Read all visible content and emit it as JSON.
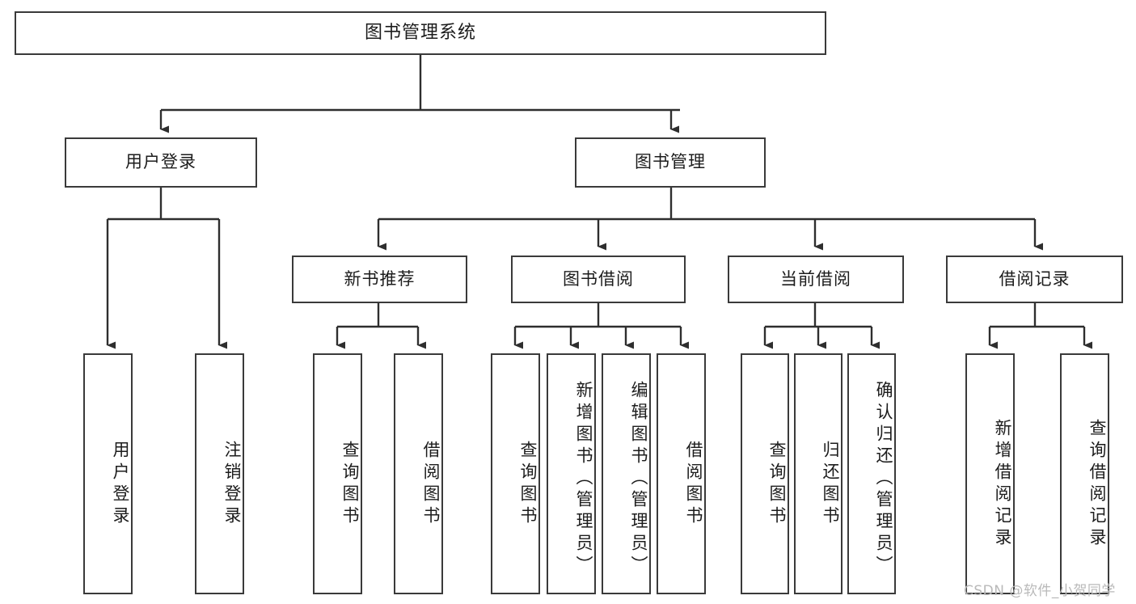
{
  "diagram": {
    "title": "图书管理系统",
    "type": "tree",
    "nodes": {
      "root": {
        "label": "图书管理系统"
      },
      "level2": [
        {
          "id": "user-login",
          "label": "用户登录"
        },
        {
          "id": "book-manage",
          "label": "图书管理"
        }
      ],
      "level3": [
        {
          "id": "new-book-recommend",
          "label": "新书推荐",
          "parent": "book-manage"
        },
        {
          "id": "book-borrow",
          "label": "图书借阅",
          "parent": "book-manage"
        },
        {
          "id": "current-borrow",
          "label": "当前借阅",
          "parent": "book-manage"
        },
        {
          "id": "borrow-record",
          "label": "借阅记录",
          "parent": "book-manage"
        }
      ],
      "leaves": [
        {
          "id": "leaf-user-login",
          "label": "用户登录",
          "parent": "user-login"
        },
        {
          "id": "leaf-logout-login",
          "label": "注销登录",
          "parent": "user-login"
        },
        {
          "id": "leaf-query-book-1",
          "label": "查询图书",
          "parent": "new-book-recommend"
        },
        {
          "id": "leaf-borrow-book-1",
          "label": "借阅图书",
          "parent": "new-book-recommend"
        },
        {
          "id": "leaf-query-book-2",
          "label": "查询图书",
          "parent": "book-borrow"
        },
        {
          "id": "leaf-add-book",
          "label": "新增图书（管理员）",
          "parent": "book-borrow"
        },
        {
          "id": "leaf-edit-book",
          "label": "编辑图书（管理员）",
          "parent": "book-borrow"
        },
        {
          "id": "leaf-borrow-book-2",
          "label": "借阅图书",
          "parent": "book-borrow"
        },
        {
          "id": "leaf-query-book-3",
          "label": "查询图书",
          "parent": "current-borrow"
        },
        {
          "id": "leaf-return-book",
          "label": "归还图书",
          "parent": "current-borrow"
        },
        {
          "id": "leaf-confirm-return",
          "label": "确认归还（管理员）",
          "parent": "current-borrow"
        },
        {
          "id": "leaf-add-record",
          "label": "新增借阅记录",
          "parent": "borrow-record"
        },
        {
          "id": "leaf-query-record",
          "label": "查询借阅记录",
          "parent": "borrow-record"
        }
      ]
    },
    "colors": {
      "background": "#ffffff",
      "border": "#3a3a3a",
      "text": "#1c1c1c",
      "watermark": "#b9b9b9"
    }
  },
  "watermark": {
    "text": "CSDN @软件_小贺同学"
  }
}
